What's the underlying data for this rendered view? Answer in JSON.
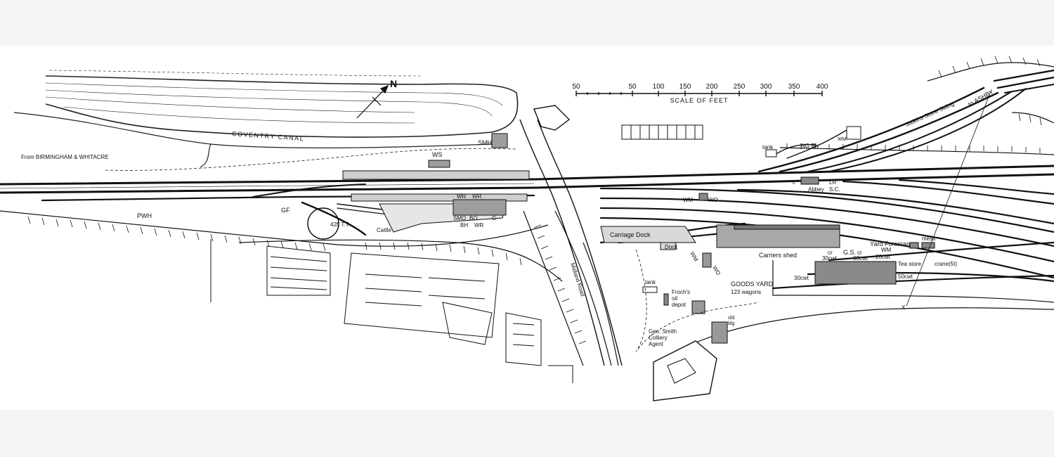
{
  "labels": {
    "canal": "COVENTRY CANAL",
    "from_birmingham": "From BIRMINGHAM & WHITACRE",
    "to_ashby": "to ASHBY",
    "judkins": "Judkins Stone Siding",
    "smh": "SMH",
    "ws": "WS",
    "pwh": "PWH",
    "gf": "GF",
    "turntable": "42ft T.T.",
    "cattle": "Cattle",
    "wr1": "WR",
    "wr2": "WR",
    "smo": "SMO",
    "bo": "BO",
    "bh": "BH",
    "wr3": "WR",
    "g": "G",
    "midland_road": "Midland Road",
    "carriage_dock": "Carriage Dock",
    "dock": "Dock",
    "wm1": "WM",
    "wo1": "WO",
    "wm2": "WM",
    "wo2": "WO",
    "tank1": "tank",
    "ng_rly": "NG Rly",
    "wm3": "WM",
    "lr": "LR",
    "abbey": "Abbey",
    "sc": "S.C.",
    "c": "c",
    "carriers_shed": "Carriers shed",
    "yard_foreman": "Yard Foreman",
    "mess": "mess",
    "cr1": "cr",
    "cwt30a": "30cwt",
    "gs": "G.S.",
    "cr2": "cr",
    "cwt30b": "30cwt",
    "wm4": "WM",
    "cwt20": "20cwt",
    "tea_store": "Tea store",
    "crane5t": "crane(5t)",
    "cwt30c": "30cwt",
    "cwt50": "50cwt",
    "goods_yard": "GOODS YARD",
    "wagons": "123 wagons",
    "tank2": "tank",
    "frochs1": "Froch's",
    "frochs2": "oil",
    "frochs3": "depot",
    "geo1": "Geo. Smith",
    "geo2": "Colliery",
    "geo3": "Agent",
    "old1": "old",
    "old2": "ldg",
    "north": "N",
    "x_mark": "X"
  },
  "scale": {
    "ticks": [
      "50",
      "50",
      "100",
      "150",
      "200",
      "250",
      "300",
      "350",
      "400"
    ],
    "caption": "SCALE OF FEET"
  },
  "colors": {
    "background": "#f4f4f4",
    "ink": "#111111",
    "paper": "#ffffff"
  }
}
